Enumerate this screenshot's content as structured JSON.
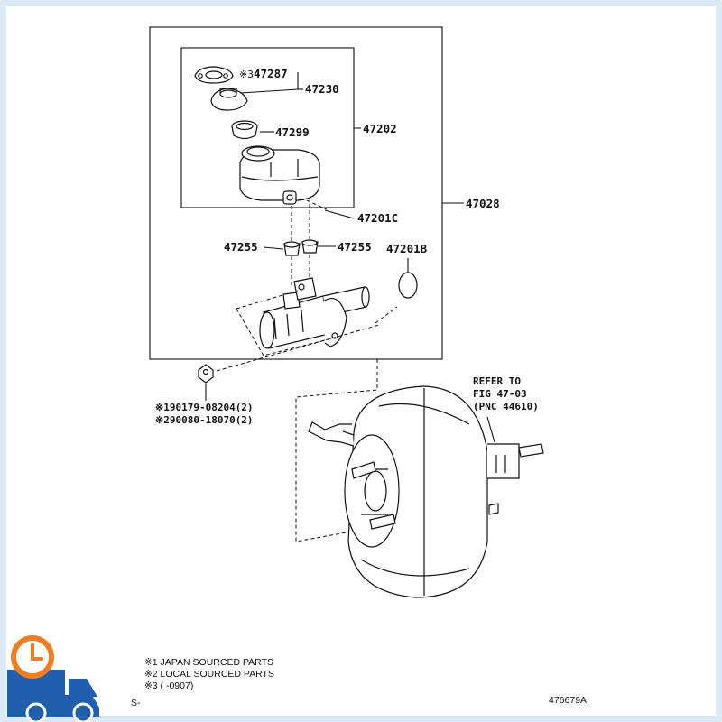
{
  "labels": {
    "p47287_prefix": "※3",
    "p47287": "47287",
    "p47230": "47230",
    "p47299": "47299",
    "p47202": "47202",
    "p47201c": "47201C",
    "p47028": "47028",
    "p47255_left": "47255",
    "p47255_right": "47255",
    "p47201b": "47201B",
    "bolt1": "※190179-08204(2)",
    "bolt2": "※290080-18070(2)",
    "refer1": "REFER TO",
    "refer2": "FIG 47-03",
    "refer3": "(PNC 44610)"
  },
  "notes": {
    "n1": "※1 JAPAN SOURCED PARTS",
    "n2": "※2 LOCAL SOURCED PARTS",
    "n3": "※3 (     -0907)",
    "s_prefix": "S-",
    "diagram_id": "476679A"
  },
  "colors": {
    "background": "#dceaf7",
    "badge_orange": "#f07d22",
    "badge_blue": "#1f5fad"
  },
  "icons": [
    "clock-icon",
    "delivery-truck-icon"
  ]
}
